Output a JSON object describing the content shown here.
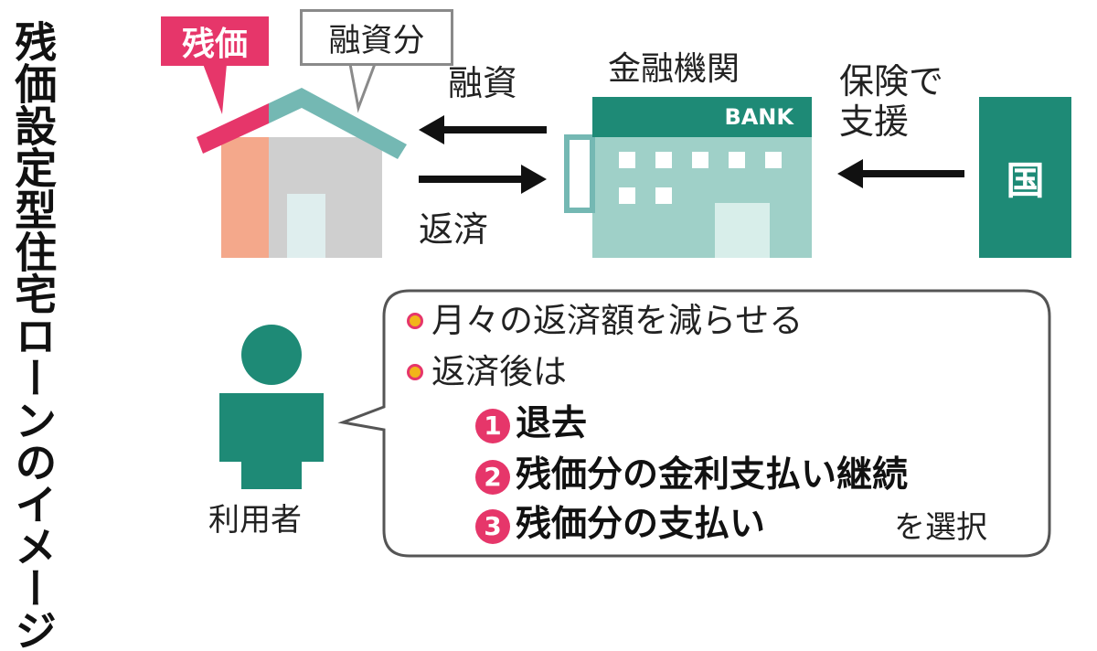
{
  "title": "残価設定型住宅ローンのイメージ",
  "tags": {
    "residual": "残価",
    "financed_portion": "融資分"
  },
  "labels": {
    "financing": "融資",
    "repayment": "返済",
    "institution": "金融機関",
    "insurance": "保険で支援",
    "user": "利用者"
  },
  "bank_sign": "BANK",
  "government": "国",
  "bubble": {
    "point1": "月々の返済額を減らせる",
    "point2": "返済後は",
    "options": [
      {
        "num": "1",
        "text": "退去"
      },
      {
        "num": "2",
        "text": "残価分の金利支払い継続"
      },
      {
        "num": "3",
        "text": "残価分の支払い"
      }
    ],
    "suffix": "を選択"
  },
  "colors": {
    "accent_red": "#e6366a",
    "bank_teal": "#1e8a76",
    "roof_teal": "#74b8b3",
    "bank_body": "#9fd0c8",
    "house_gray": "#cfcfcf",
    "residual_peach": "#f4a88b",
    "bullet_yellow": "#f2b51a"
  }
}
